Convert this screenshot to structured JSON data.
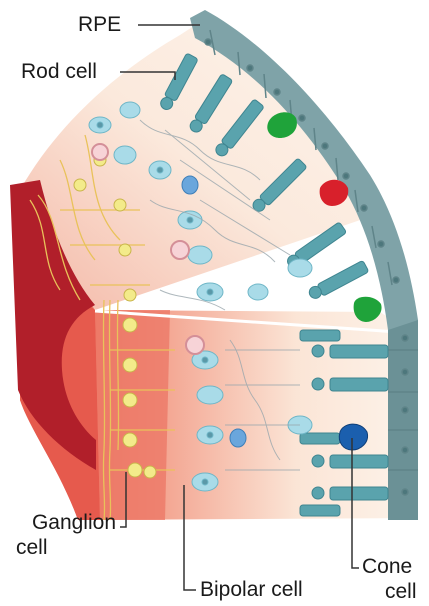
{
  "labels": {
    "rpe": "RPE",
    "rod_cell": "Rod cell",
    "ganglion_line1": "Ganglion",
    "ganglion_line2": "cell",
    "bipolar_cell": "Bipolar cell",
    "cone_line1": "Cone",
    "cone_line2": "cell"
  },
  "colors": {
    "rpe": "#7fa3a8",
    "rpe_dark": "#5f8489",
    "outer_bg": "#fbeee2",
    "ganglion_layer": "#e65a4d",
    "vitreous": "#b11f2a",
    "rod": "#5aa3ad",
    "bipolar": "#a9dbe8",
    "ganglion_cell": "#f3eb8a",
    "amacrine": "#f7d3d7",
    "cone_green": "#1fa33a",
    "cone_red": "#d8202b",
    "cone_blue": "#1b5fae",
    "nerve": "#e9c25a"
  },
  "cones": [
    {
      "name": "cone-green-top-icon",
      "color": "green"
    },
    {
      "name": "cone-red-icon",
      "color": "red"
    },
    {
      "name": "cone-green-mid-icon",
      "color": "green"
    },
    {
      "name": "cone-blue-icon",
      "color": "blue"
    }
  ]
}
